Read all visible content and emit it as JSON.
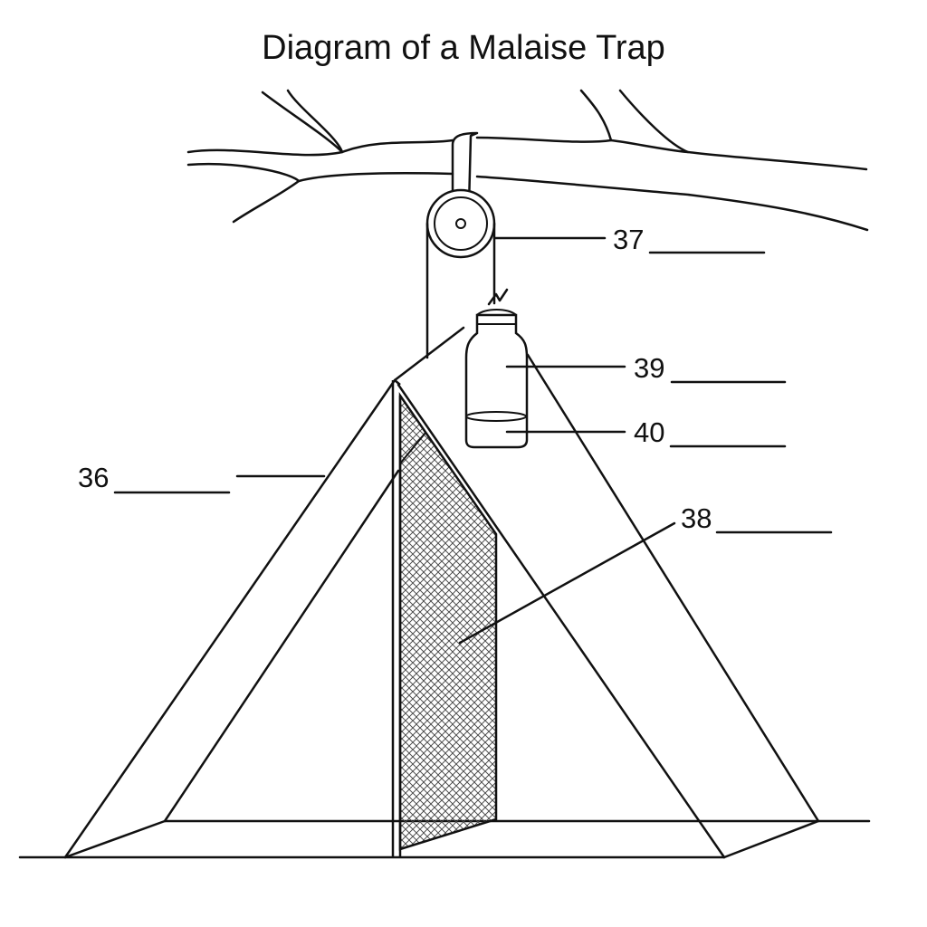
{
  "title": "Diagram of a Malaise Trap",
  "labels": {
    "l36": "36",
    "l37": "37",
    "l38": "38",
    "l39": "39",
    "l40": "40"
  },
  "colors": {
    "ink": "#111111",
    "background": "#ffffff",
    "mesh": "#444444"
  }
}
